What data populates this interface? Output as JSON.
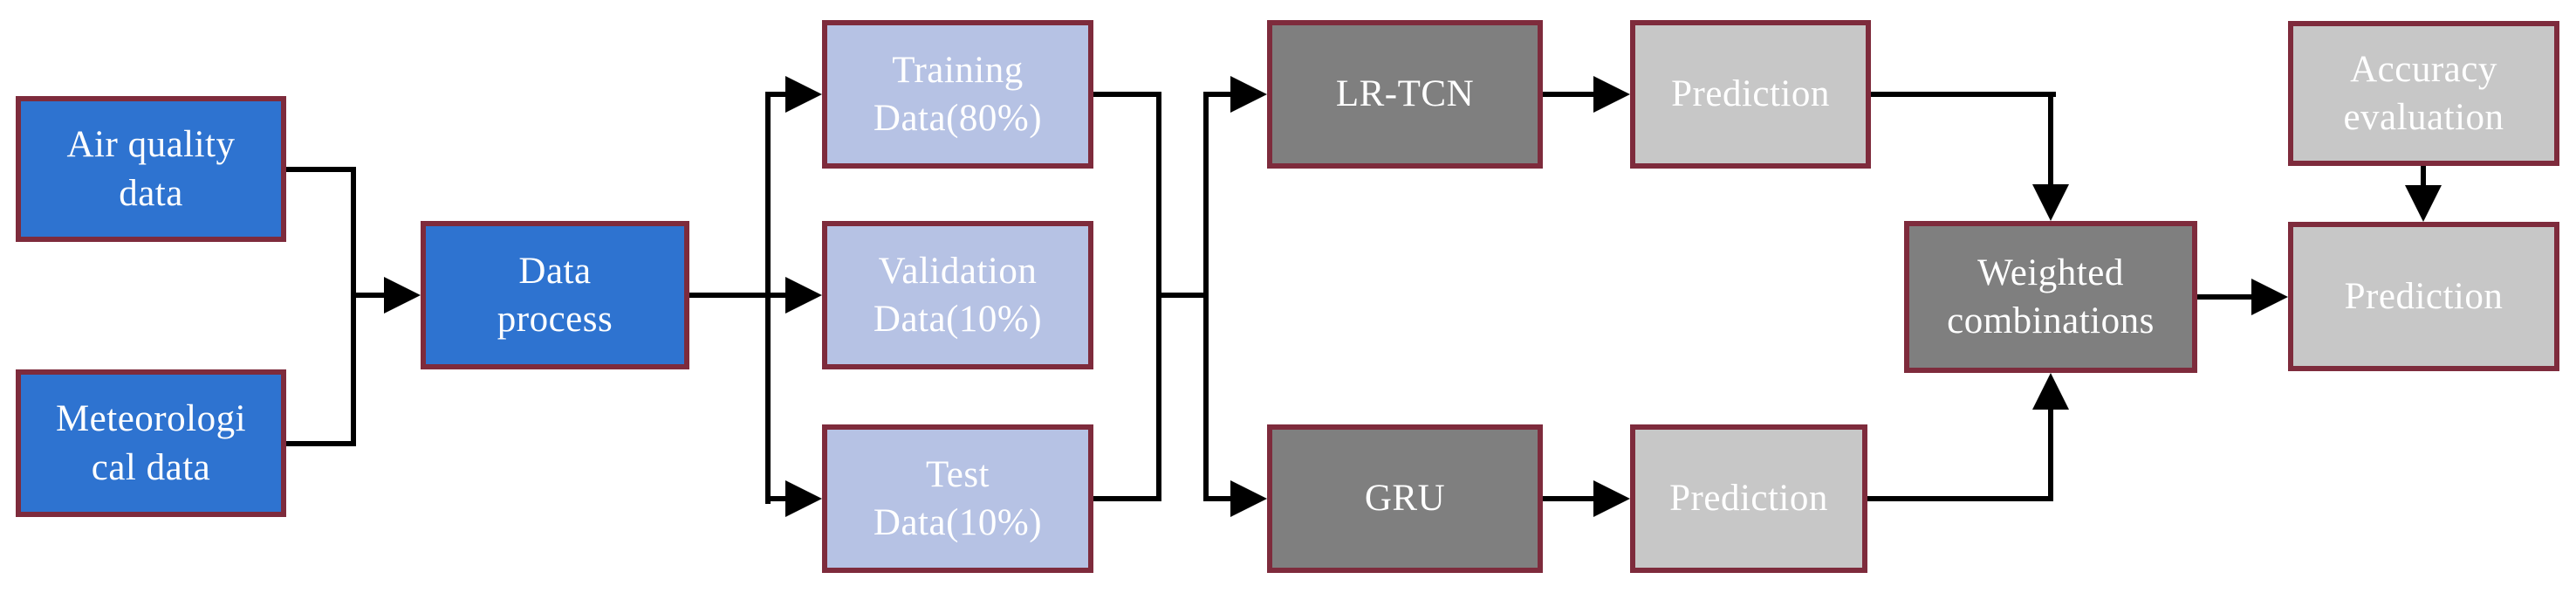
{
  "diagram": {
    "type": "flowchart",
    "palette": {
      "blue": "#2e73d0",
      "lavender": "#b6c2e4",
      "dark_gray": "#7f7f7f",
      "light_gray": "#c7c7c7",
      "border_maroon": "#7e2b3c",
      "connector_black": "#000000",
      "label_white": "#ffffff",
      "background": "#ffffff"
    },
    "nodes": {
      "air_quality": {
        "label": "Air quality\ndata"
      },
      "meteorological": {
        "label": "Meteorologi\ncal data"
      },
      "data_process": {
        "label": "Data\nprocess"
      },
      "training": {
        "label": "Training\nData(80%)"
      },
      "validation": {
        "label": "Validation\nData(10%)"
      },
      "test": {
        "label": "Test\nData(10%)"
      },
      "lr_tcn": {
        "label": "LR-TCN"
      },
      "prediction_top": {
        "label": "Prediction"
      },
      "gru": {
        "label": "GRU"
      },
      "prediction_bottom": {
        "label": "Prediction"
      },
      "weighted_combinations": {
        "label": "Weighted\ncombinations"
      },
      "accuracy_evaluation": {
        "label": "Accuracy\nevaluation"
      },
      "prediction_final": {
        "label": "Prediction"
      }
    },
    "edges": [
      {
        "from": "air_quality",
        "to": "data_process"
      },
      {
        "from": "meteorological",
        "to": "data_process"
      },
      {
        "from": "data_process",
        "to": "training"
      },
      {
        "from": "data_process",
        "to": "validation"
      },
      {
        "from": "data_process",
        "to": "test"
      },
      {
        "from": "training",
        "to": "lr_tcn"
      },
      {
        "from": "training",
        "to": "gru"
      },
      {
        "from": "test",
        "to": "lr_tcn"
      },
      {
        "from": "test",
        "to": "gru"
      },
      {
        "from": "lr_tcn",
        "to": "prediction_top"
      },
      {
        "from": "gru",
        "to": "prediction_bottom"
      },
      {
        "from": "prediction_top",
        "to": "weighted_combinations"
      },
      {
        "from": "prediction_bottom",
        "to": "weighted_combinations"
      },
      {
        "from": "weighted_combinations",
        "to": "prediction_final"
      },
      {
        "from": "accuracy_evaluation",
        "to": "prediction_final"
      }
    ]
  }
}
